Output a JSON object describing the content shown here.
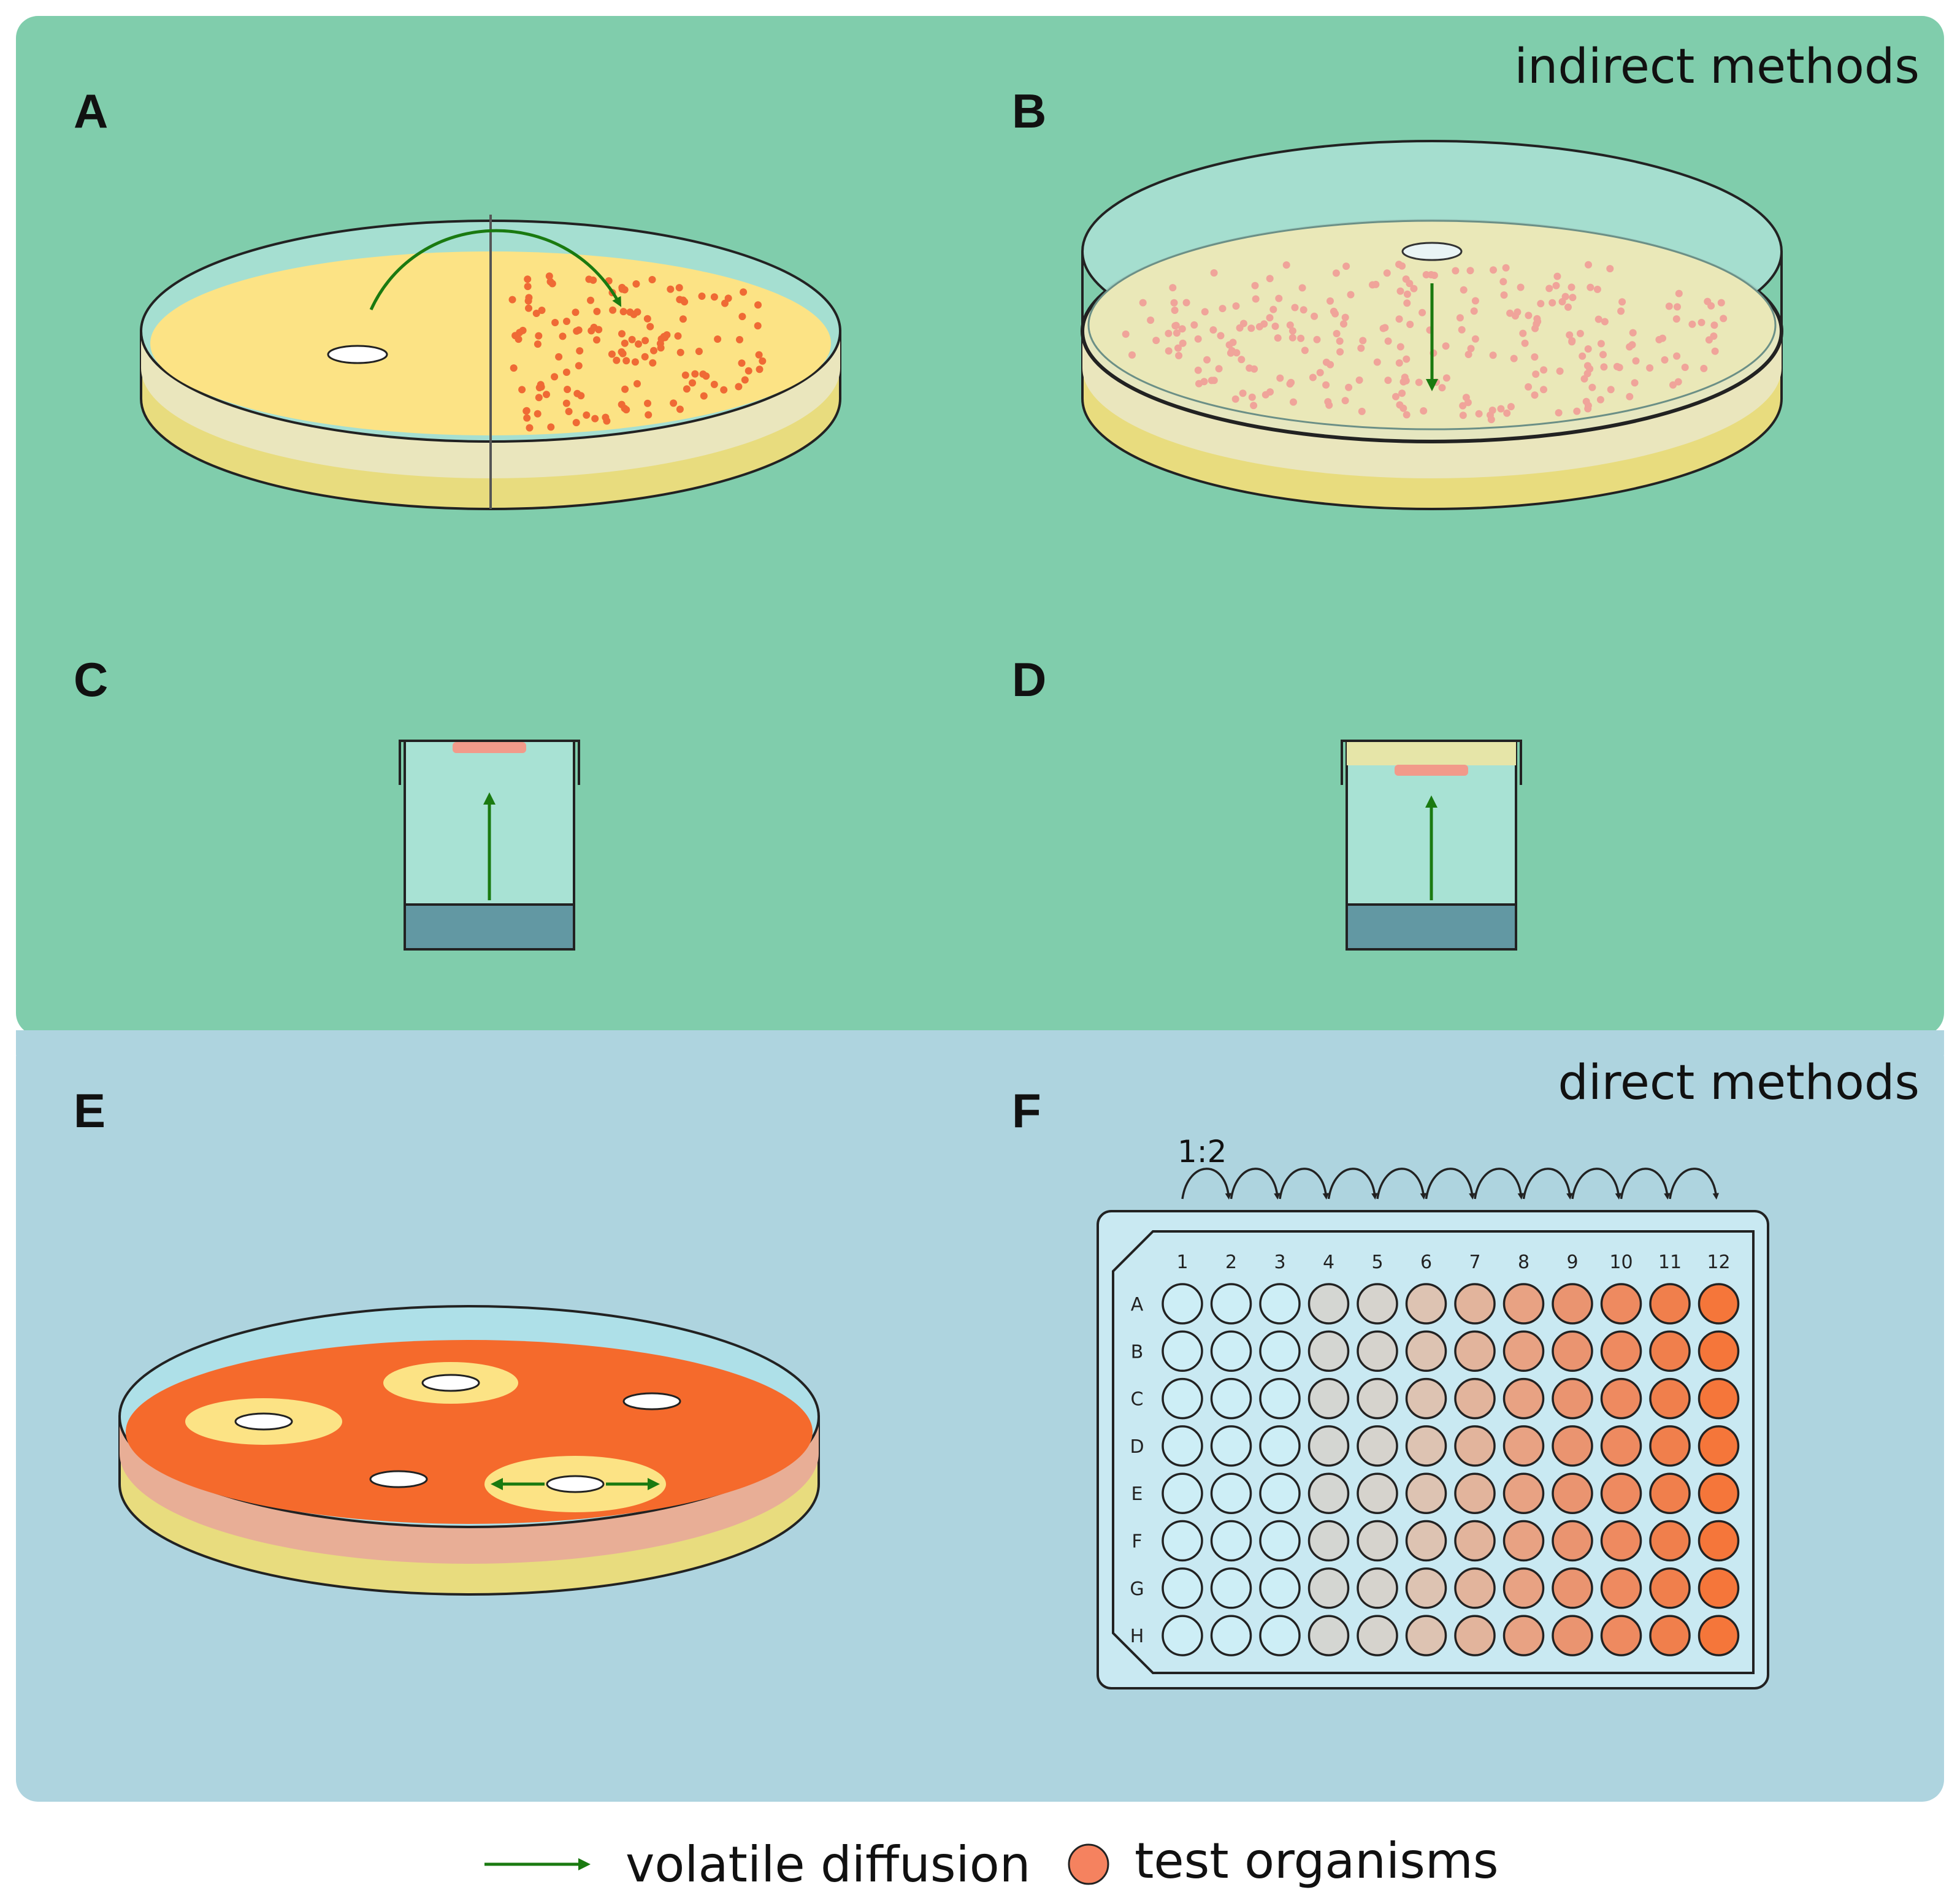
{
  "sections": {
    "indirect": {
      "title": "indirect methods",
      "bg": "#80cdac"
    },
    "direct": {
      "title": "direct methods",
      "bg": "#aed4df"
    }
  },
  "panels": {
    "A": "A",
    "B": "B",
    "C": "C",
    "D": "D",
    "E": "E",
    "F": "F"
  },
  "plate": {
    "dilution_label": "1:2",
    "columns": [
      "1",
      "2",
      "3",
      "4",
      "5",
      "6",
      "7",
      "8",
      "9",
      "10",
      "11",
      "12"
    ],
    "rows": [
      "A",
      "B",
      "C",
      "D",
      "E",
      "F",
      "G",
      "H"
    ],
    "column_colors": [
      "#cdeef6",
      "#cdeef6",
      "#cdeef6",
      "#d4d6d2",
      "#d6d3cd",
      "#ddc3b2",
      "#e2b49c",
      "#e8a283",
      "#ea9470",
      "#ee8a60",
      "#f07f4c",
      "#f5763a"
    ]
  },
  "legend": {
    "arrow_label": "volatile diffusion",
    "organism_label": "test organisms",
    "arrow_color": "#1a7a10",
    "organism_color": "#f5825f"
  }
}
